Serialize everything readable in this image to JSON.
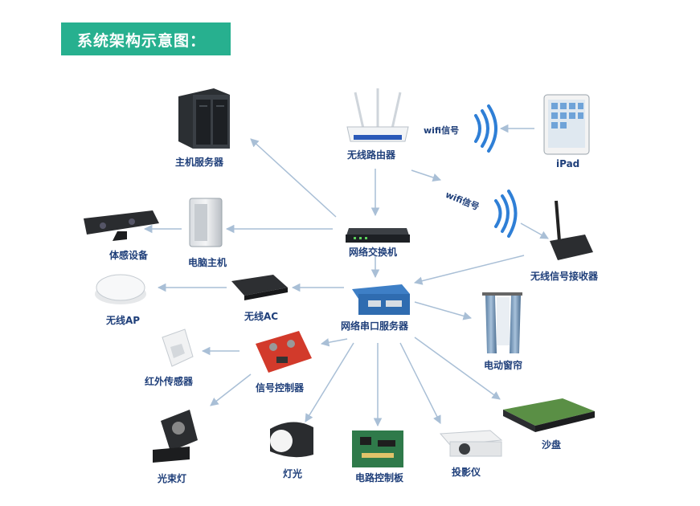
{
  "header": {
    "title": "系统架构示意图："
  },
  "nodes": {
    "router": "无线路由器",
    "host_server": "主机服务器",
    "ipad": "iPad",
    "switch": "网络交换机",
    "pc_host": "电脑主机",
    "somatosensory": "体感设备",
    "wireless_receiver": "无线信号接收器",
    "serial_server": "网络串口服务器",
    "wireless_ac": "无线AC",
    "wireless_ap": "无线AP",
    "curtain": "电动窗帘",
    "signal_controller": "信号控制器",
    "infrared_sensor": "红外传感器",
    "beam_light": "光束灯",
    "light": "灯光",
    "circuit_board": "电路控制板",
    "projector": "投影仪",
    "sand_table": "沙盘"
  },
  "wifi_labels": {
    "top": "wifi信号",
    "middle": "wifi信号"
  },
  "colors": {
    "banner": "#27b08f",
    "label": "#1f3f7a",
    "arrow": "#a9bfd6",
    "wifi": "#2f7fd6"
  }
}
